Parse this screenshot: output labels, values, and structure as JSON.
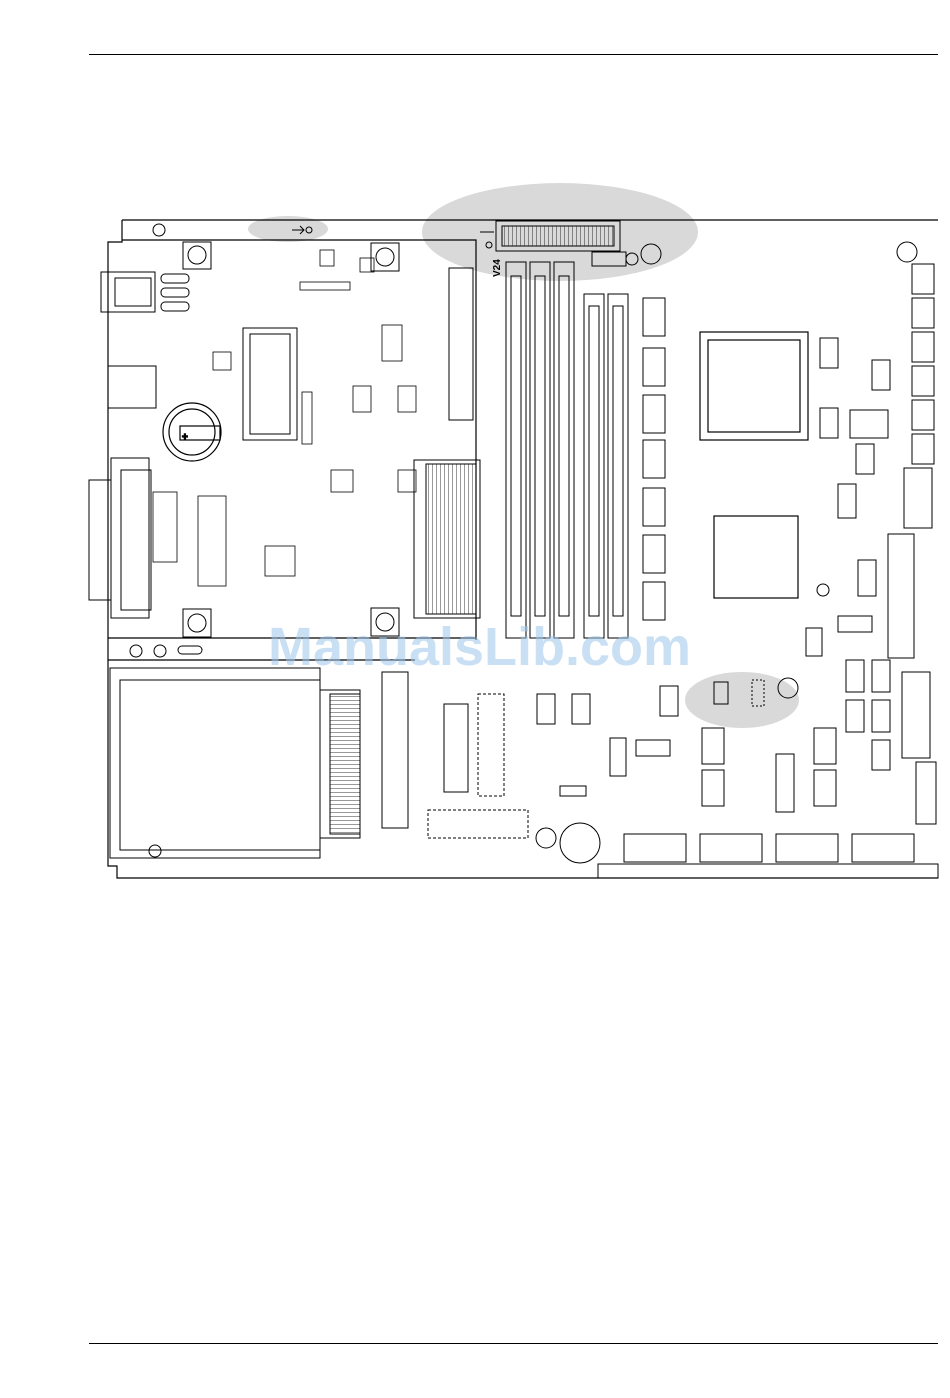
{
  "document": {
    "connector_label": "V24",
    "watermark": "ManualsLib.com"
  },
  "highlights": [
    {
      "id": "top-left-screw",
      "note_shape": "ellipse"
    },
    {
      "id": "v24-connector-area",
      "note_shape": "ellipse"
    },
    {
      "id": "lower-right-jumper-area",
      "note_shape": "ellipse"
    }
  ]
}
